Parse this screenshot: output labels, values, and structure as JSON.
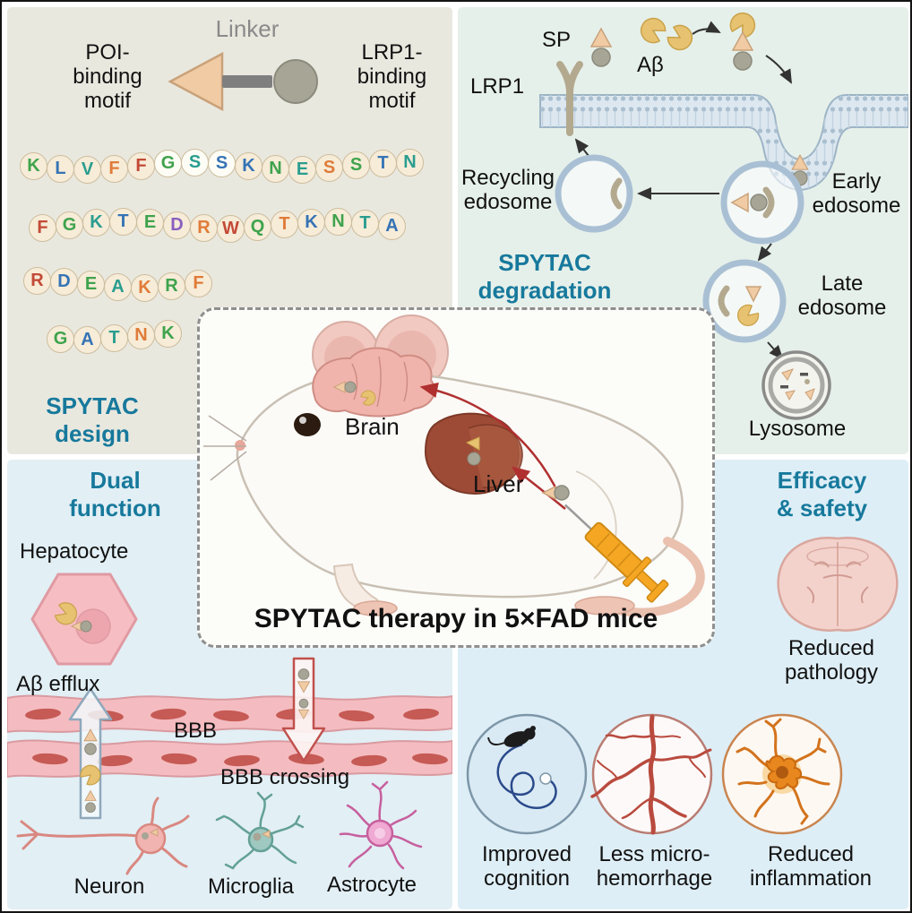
{
  "palette": {
    "teal": "#17799c",
    "arrow_red": "#b03030",
    "syringe_orange": "#f5a623",
    "triangle_peach": "#f0cba4",
    "sphere_gray": "#a7a596",
    "abeta_yellow": "#e7c271",
    "membrane_blue": "#9db4c6",
    "vessel_pink": "#f4bcc0"
  },
  "panels": {
    "design": {
      "title": "SPYTAC\ndesign",
      "linker_label": "Linker",
      "poi_label": "POI-\nbinding\nmotif",
      "lrp1_label": "LRP1-\nbinding\nmotif",
      "peptide_rows": [
        {
          "residues": [
            {
              "ch": "K",
              "c": "#3fa34d"
            },
            {
              "ch": "L",
              "c": "#3673b5"
            },
            {
              "ch": "V",
              "c": "#2a9d8f"
            },
            {
              "ch": "F",
              "c": "#e07b39"
            },
            {
              "ch": "F",
              "c": "#c34a36"
            },
            {
              "ch": "G",
              "c": "#3fa34d",
              "bg": "#fdfdf6"
            },
            {
              "ch": "S",
              "c": "#2a9d8f",
              "bg": "#fdfdf6"
            },
            {
              "ch": "S",
              "c": "#3673b5",
              "bg": "#fdfdf6"
            },
            {
              "ch": "K",
              "c": "#3673b5"
            },
            {
              "ch": "N",
              "c": "#3fa34d"
            },
            {
              "ch": "E",
              "c": "#2a9d8f"
            },
            {
              "ch": "S",
              "c": "#e07b39"
            },
            {
              "ch": "S",
              "c": "#3fa34d"
            },
            {
              "ch": "T",
              "c": "#3673b5"
            },
            {
              "ch": "N",
              "c": "#2a9d8f"
            }
          ]
        },
        {
          "residues": [
            {
              "ch": "F",
              "c": "#c34a36"
            },
            {
              "ch": "G",
              "c": "#3fa34d"
            },
            {
              "ch": "K",
              "c": "#2a9d8f"
            },
            {
              "ch": "T",
              "c": "#3673b5"
            },
            {
              "ch": "E",
              "c": "#3fa34d"
            },
            {
              "ch": "D",
              "c": "#8a5fbf"
            },
            {
              "ch": "R",
              "c": "#e07b39"
            },
            {
              "ch": "W",
              "c": "#c34a36"
            },
            {
              "ch": "Q",
              "c": "#3fa34d"
            },
            {
              "ch": "T",
              "c": "#e07b39"
            },
            {
              "ch": "K",
              "c": "#3673b5"
            },
            {
              "ch": "N",
              "c": "#3fa34d"
            },
            {
              "ch": "T",
              "c": "#2a9d8f"
            },
            {
              "ch": "A",
              "c": "#3673b5"
            }
          ]
        },
        {
          "residues": [
            {
              "ch": "R",
              "c": "#c34a36"
            },
            {
              "ch": "D",
              "c": "#3673b5"
            },
            {
              "ch": "E",
              "c": "#3fa34d"
            },
            {
              "ch": "A",
              "c": "#2a9d8f"
            },
            {
              "ch": "K",
              "c": "#e07b39"
            },
            {
              "ch": "R",
              "c": "#3fa34d"
            },
            {
              "ch": "F",
              "c": "#e07b39"
            }
          ]
        },
        {
          "residues": [
            {
              "ch": "G",
              "c": "#3fa34d"
            },
            {
              "ch": "A",
              "c": "#3673b5"
            },
            {
              "ch": "T",
              "c": "#2a9d8f"
            },
            {
              "ch": "N",
              "c": "#e07b39"
            },
            {
              "ch": "K",
              "c": "#3fa34d"
            }
          ]
        }
      ]
    },
    "degradation": {
      "title": "SPYTAC\ndegradation",
      "sp_label": "SP",
      "abeta_label": "Aβ",
      "lrp1_label": "LRP1",
      "recycling_label": "Recycling\nedosome",
      "early_label": "Early\nedosome",
      "late_label": "Late\nedosome",
      "lysosome_label": "Lysosome"
    },
    "dual": {
      "title": "Dual\nfunction",
      "hepatocyte_label": "Hepatocyte",
      "efflux_label": "Aβ efflux",
      "bbb_label": "BBB",
      "crossing_label": "BBB crossing",
      "cells": [
        {
          "label": "Neuron"
        },
        {
          "label": "Microglia"
        },
        {
          "label": "Astrocyte"
        }
      ]
    },
    "efficacy": {
      "title": "Efficacy\n& safety",
      "pathology_label": "Reduced\npathology",
      "items": [
        {
          "label": "Improved\ncognition"
        },
        {
          "label": "Less micro-\nhemorrhage"
        },
        {
          "label": "Reduced\ninflammation"
        }
      ]
    },
    "center": {
      "title": "SPYTAC therapy in 5×FAD mice",
      "brain_label": "Brain",
      "liver_label": "Liver"
    }
  }
}
